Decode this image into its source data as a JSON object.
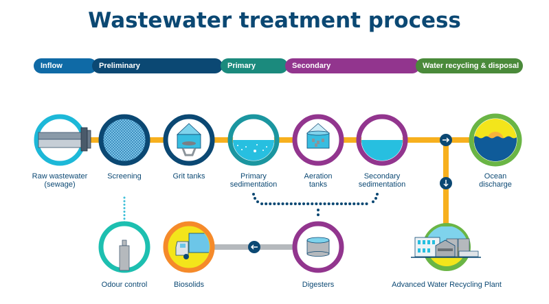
{
  "title": "Wastewater treatment process",
  "stages": [
    {
      "label": "Inflow",
      "color": "#0f6aa6"
    },
    {
      "label": "Preliminary",
      "color": "#0b4873"
    },
    {
      "label": "Primary",
      "color": "#1b8a7d"
    },
    {
      "label": "Secondary",
      "color": "#92358e"
    },
    {
      "label": "Water recycling & disposal",
      "color": "#4a8a3a"
    }
  ],
  "steps": {
    "raw": "Raw wastewater\n(sewage)",
    "screening": "Screening",
    "grit": "Grit tanks",
    "primary_sed": "Primary\nsedimentation",
    "aeration": "Aeration\ntanks",
    "secondary_sed": "Secondary\nsedimentation",
    "ocean": "Ocean\ndischarge",
    "odour": "Odour control",
    "biosolids": "Biosolids",
    "digesters": "Digesters",
    "awrp": "Advanced Water Recycling Plant"
  },
  "colors": {
    "pipe": "#f7b01e",
    "navy": "#0b4873",
    "cyan": "#1db8d8",
    "teal": "#1b96a0",
    "purple": "#92358e",
    "green": "#6ab545",
    "orange": "#f58a2a",
    "yellow": "#f3e51b",
    "grey_pipe": "#b5b9bd"
  }
}
